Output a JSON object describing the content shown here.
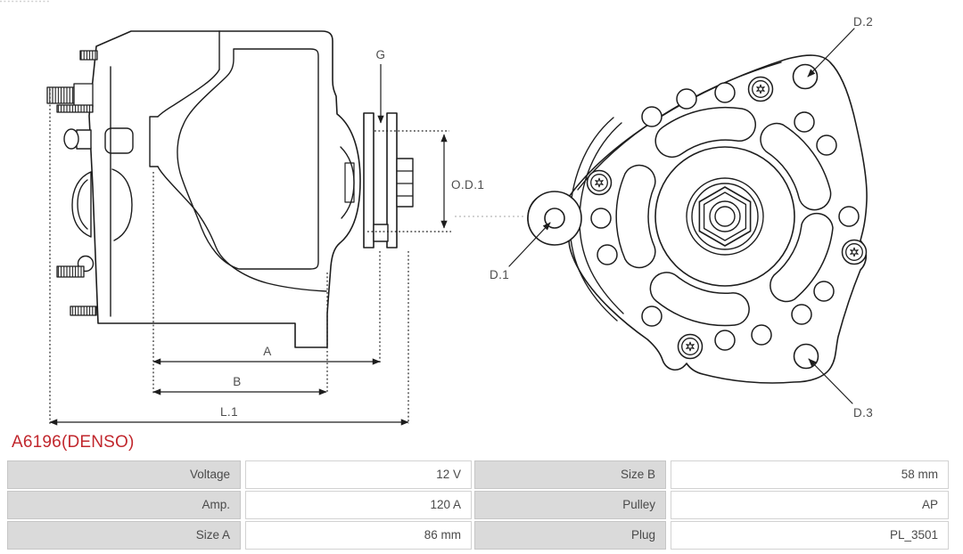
{
  "part": {
    "number": "A6196(DENSO)"
  },
  "diagram": {
    "side_view": {
      "labels": {
        "g": "G",
        "od1": "O.D.1",
        "a": "A",
        "b": "B",
        "l1": "L.1"
      }
    },
    "front_view": {
      "labels": {
        "d1": "D.1",
        "d2": "D.2",
        "d3": "D.3"
      }
    }
  },
  "specs": {
    "rows": [
      {
        "label": "Voltage",
        "value": "12 V"
      },
      {
        "label": "Amp.",
        "value": "120 A"
      },
      {
        "label": "Size A",
        "value": "86 mm"
      },
      {
        "label": "Size B",
        "value": "58 mm"
      },
      {
        "label": "Pulley",
        "value": "AP"
      },
      {
        "label": "Plug",
        "value": "PL_3501"
      }
    ]
  },
  "colors": {
    "accent_red": "#c1272d",
    "line": "#1d1d1d",
    "label_gray": "#4d4d4d",
    "cell_bg": "#dadada"
  }
}
